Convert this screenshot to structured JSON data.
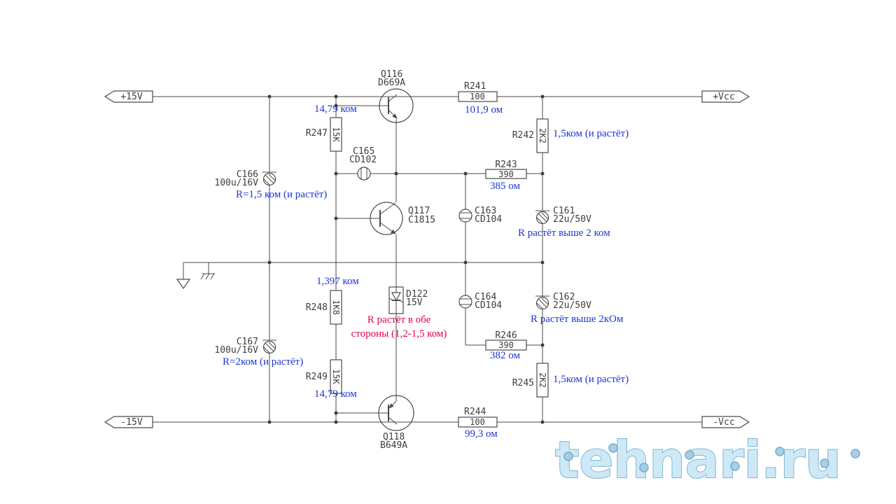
{
  "watermark": "tehnari.ru",
  "rails": {
    "top_left": "+15V",
    "top_right": "+Vcc",
    "bottom_left": "-15V",
    "bottom_right": "-Vcc"
  },
  "components": {
    "q116": {
      "ref": "Q116",
      "part": "D669A"
    },
    "q117": {
      "ref": "Q117",
      "part": "C1815"
    },
    "q118": {
      "ref": "Q118",
      "part": "B649A"
    },
    "r241": {
      "ref": "R241",
      "value": "100"
    },
    "r242": {
      "ref": "R242",
      "value": "2K2"
    },
    "r243": {
      "ref": "R243",
      "value": "390"
    },
    "r244": {
      "ref": "R244",
      "value": "100"
    },
    "r245": {
      "ref": "R245",
      "value": "2K2"
    },
    "r246": {
      "ref": "R246",
      "value": "390"
    },
    "r247": {
      "ref": "R247",
      "value": "15K"
    },
    "r248": {
      "ref": "R248",
      "value": "1K8"
    },
    "r249": {
      "ref": "R249",
      "value": "15K"
    },
    "c161": {
      "ref": "C161",
      "value": "22u/50V"
    },
    "c162": {
      "ref": "C162",
      "value": "22u/50V"
    },
    "c163": {
      "ref": "C163",
      "value": "CD104"
    },
    "c164": {
      "ref": "C164",
      "value": "CD104"
    },
    "c165": {
      "ref": "C165",
      "value": "CD102"
    },
    "c166": {
      "ref": "C166",
      "value": "100u/16V"
    },
    "c167": {
      "ref": "C167",
      "value": "100u/16V"
    },
    "d122": {
      "ref": "D122",
      "value": "15V"
    }
  },
  "annotations": {
    "r247_measured": "14,79 ком",
    "r241_measured": "101,9 ом",
    "r242_measured": "1,5ком (и растёт)",
    "r243_measured": "385 ом",
    "c166_note": "R=1,5 ком (и растёт)",
    "c161_note": "R растёт выше 2 ком",
    "r248_measured": "1,397 ком",
    "c162_note": "R растёт выше 2кОм",
    "d122_note_line1": "R растёт в обе",
    "d122_note_line2": "стороны (1,2-1,5 ком)",
    "r246_measured": "382 ом",
    "c167_note": "R=2ком (и растёт)",
    "r245_measured": "1,5ком (и растёт)",
    "r249_measured": "14,79 ком",
    "r244_measured": "99,3 ом"
  },
  "colors": {
    "annotation_blue": "#1a35d2",
    "annotation_red": "#e2004e",
    "schematic": "#3d3d3d",
    "watermark_fill": "#c9e6f4",
    "watermark_edge": "#6fb0d2"
  }
}
